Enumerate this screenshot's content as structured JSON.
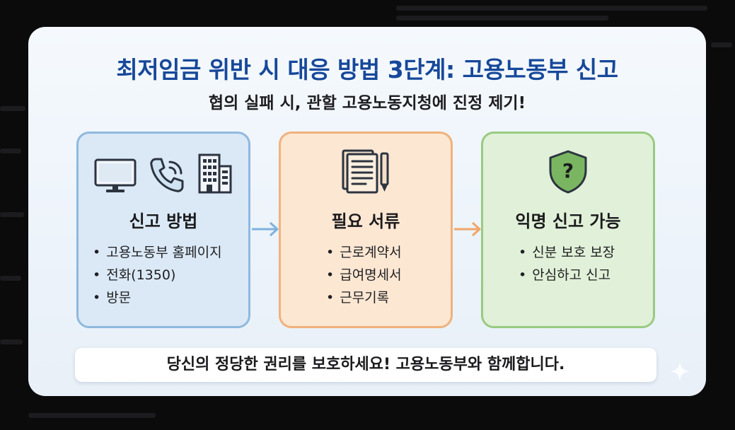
{
  "title": "최저임금 위반 시 대응 방법 3단계: 고용노동부 신고",
  "subtitle": "협의 실패 시, 관할 고용노동지청에 진정 제기!",
  "steps": [
    {
      "heading": "신고 방법",
      "icons": [
        "monitor-icon",
        "phone-icon",
        "building-icon"
      ],
      "items": [
        "고용노동부 홈페이지",
        "전화(1350)",
        "방문"
      ]
    },
    {
      "heading": "필요 서류",
      "icons": [
        "document-pen-icon"
      ],
      "items": [
        "근로계약서",
        "급여명세서",
        "근무기록"
      ]
    },
    {
      "heading": "익명 신고 가능",
      "icons": [
        "shield-question-icon"
      ],
      "items": [
        "신분 보호 보장",
        "안심하고 신고"
      ]
    }
  ],
  "footer": "당신의 정당한 권리를 보호하세요! 고용노동부와 함께합니다.",
  "colors": {
    "title": "#17489a",
    "step1_bg": "#dbe9f6",
    "step1_border": "#8fb9de",
    "step2_bg": "#fce7d3",
    "step2_border": "#f1b17c",
    "step3_bg": "#e1f0d8",
    "step3_border": "#98cb80",
    "shield": "#7ab661"
  }
}
